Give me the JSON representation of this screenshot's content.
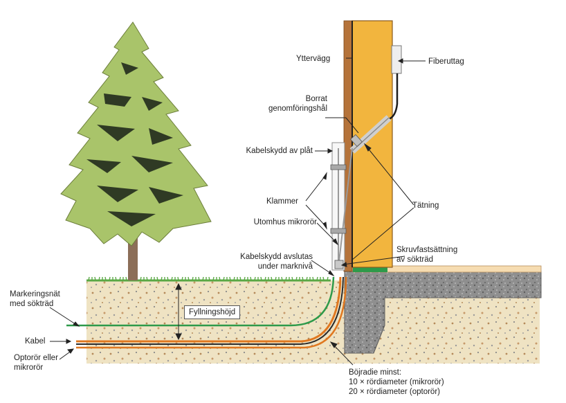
{
  "labels": {
    "yttervagg": "Yttervägg",
    "fiberuttag": "Fiberuttag",
    "borrat": "Borrat\ngenomföringshål",
    "kabelskydd_plat": "Kabelskydd av plåt",
    "klammer": "Klammer",
    "tatning": "Tätning",
    "utomhus_mikroror": "Utomhus mikrorör",
    "skruvfast": "Skruvfastsättning\nav sökträd",
    "kabelskydd_avslutas": "Kabelskydd avslutas\nunder marknivå",
    "markeringsnat": "Markeringsnät\nmed sökträd",
    "fyllningshojd": "Fyllningshöjd",
    "kabel": "Kabel",
    "optoror": "Optorör eller\nmikrorör",
    "bojradie": "Böjradie minst:\n10 × rördiameter (mikrorör)\n20 × rördiameter (optorör)"
  },
  "colors": {
    "wall": "#f2b53e",
    "wall_edge": "#8a5a1e",
    "cladding": "#b5733a",
    "soil": "#efe3c3",
    "concrete": "#8f8f8f",
    "grass": "#5aa845",
    "green_line": "#2e9a4a",
    "orange_line": "#e07820",
    "foliage": "#a9c46a",
    "foliage_dark": "#2f3a24",
    "trunk": "#8c6e58"
  }
}
